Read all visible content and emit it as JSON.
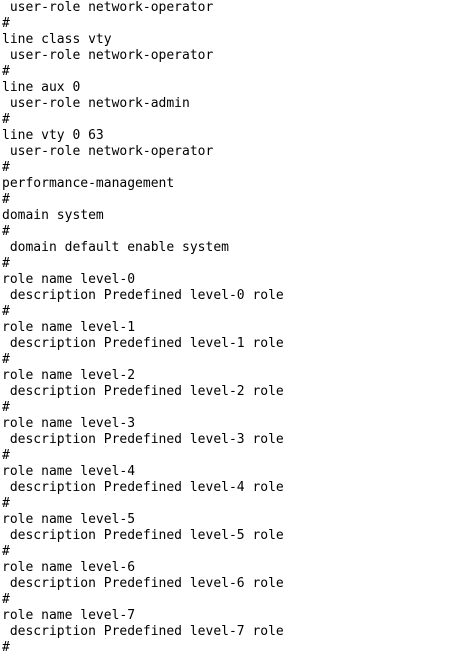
{
  "terminal": {
    "lines": [
      " user-role network-operator",
      "#",
      "line class vty",
      " user-role network-operator",
      "#",
      "line aux 0",
      " user-role network-admin",
      "#",
      "line vty 0 63",
      " user-role network-operator",
      "#",
      "performance-management",
      "#",
      "domain system",
      "#",
      " domain default enable system",
      "#",
      "role name level-0",
      " description Predefined level-0 role",
      "#",
      "role name level-1",
      " description Predefined level-1 role",
      "#",
      "role name level-2",
      " description Predefined level-2 role",
      "#",
      "role name level-3",
      " description Predefined level-3 role",
      "#",
      "role name level-4",
      " description Predefined level-4 role",
      "#",
      "role name level-5",
      " description Predefined level-5 role",
      "#",
      "role name level-6",
      " description Predefined level-6 role",
      "#",
      "role name level-7",
      " description Predefined level-7 role",
      "#"
    ]
  }
}
